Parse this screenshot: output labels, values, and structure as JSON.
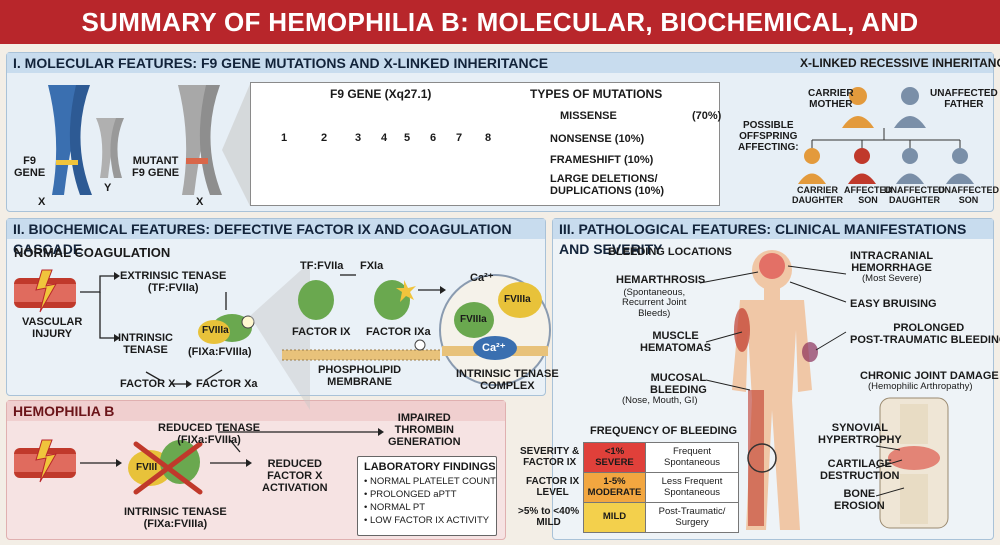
{
  "title": "SUMMARY OF HEMOPHILIA B: MOLECULAR, BIOCHEMICAL, AND PATHOLOGICAL FEATURES",
  "section1": {
    "heading": "I. MOLECULAR FEATURES: F9 GENE MUTATIONS AND X-LINKED INHERITANCE",
    "x_label": "X",
    "y_label": "Y",
    "x2_label": "X",
    "f9_gene": "F9\nGENE",
    "mutant_gene": "MUTANT\nF9 GENE",
    "gene_title": "F9 GENE (Xq27.1)",
    "exons": [
      "1",
      "2",
      "3",
      "4",
      "5",
      "6",
      "7",
      "8"
    ],
    "mutation_types_title": "TYPES OF MUTATIONS",
    "mutations": [
      {
        "label": "MISSENSE",
        "pct": "(70%)",
        "color": "#f0c43c"
      },
      {
        "label": "NONSENSE (10%)",
        "color": "#e07a4a"
      },
      {
        "label": "FRAMESHIFT (10%)",
        "color": "#f0a070"
      },
      {
        "label": "LARGE DELETIONS/\nDUPLICATIONS (10%)",
        "color": "#f3b5b0"
      }
    ],
    "inheritance_title": "X-LINKED RECESSIVE INHERITANCE",
    "carrier_mother": "CARRIER\nMOTHER",
    "unaffected_father": "UNAFFECTED\nFATHER",
    "offspring": "POSSIBLE\nOFFSPRING\nAFFECTING:",
    "children": [
      "CARRIER\nDAUGHTER",
      "AFFECTED\nSON",
      "UNAFFECTED\nDAUGHTER",
      "UNAFFECTED\nSON"
    ]
  },
  "section2": {
    "heading": "II. BIOCHEMICAL FEATURES: DEFECTIVE FACTOR IX AND COAGULATION CASCADE",
    "normal": "NORMAL COAGULATION",
    "vascular": "VASCULAR\nINJURY",
    "extrinsic": "EXTRINSIC TENASE\n(TF:FVIIa)",
    "intrinsic": "INTRINSIC\nTENASE",
    "fviiia": "FVIIIa",
    "complex_label": "(FIXa:FVIIIa)",
    "factor_x": "FACTOR X",
    "factor_xa": "FACTOR Xa",
    "tf_fviia": "TF:FVIIa",
    "fxia": "FXIa",
    "factor_ix": "FACTOR IX",
    "factor_ixa": "FACTOR IXa",
    "membrane": "PHOSPHOLIPID\nMEMBRANE",
    "ca": "Ca²⁺",
    "fviiia_big": "FVIIIa",
    "fviiia_big2": "FVIIIa",
    "ca2": "Ca²⁺",
    "complex": "INTRINSIC TENASE\nCOMPLEX"
  },
  "section3": {
    "heading": "HEMOPHILIA B",
    "reduced_tenase": "REDUCED TENASE\n(FIXa:FVIIIa)",
    "impaired": "IMPAIRED\nTHROMBIN\nGENERATION",
    "reduced_x": "REDUCED\nFACTOR X\nACTIVATION",
    "fviii": "FVIII",
    "intrinsic": "INTRINSIC TENASE\n(FIXa:FVIIIa)",
    "lab_title": "LABORATORY FINDINGS",
    "labs": [
      "• NORMAL PLATELET COUNT",
      "• PROLONGED aPTT",
      "• NORMAL PT",
      "• LOW FACTOR IX ACTIVITY"
    ]
  },
  "section4": {
    "heading": "III. PATHOLOGICAL FEATURES: CLINICAL MANIFESTATIONS AND SEVERITY",
    "bleeding_locations": "BLEEDING LOCATIONS",
    "hemarthrosis": "HEMARTHROSIS",
    "hemarthrosis_sub": "(Spontaneous,\nRecurrent Joint\nBleeds)",
    "muscle": "MUSCLE\nHEMATOMAS",
    "mucosal": "MUCOSAL\nBLEEDING",
    "mucosal_sub": "(Nose, Mouth, GI)",
    "ich": "INTRACRANIAL\nHEMORRHAGE",
    "ich_sub": "(Most Severe)",
    "bruising": "EASY BRUISING",
    "prolonged": "PROLONGED\nPOST-TRAUMATIC BLEEDING",
    "joint_damage": "CHRONIC JOINT DAMAGE",
    "joint_damage_sub": "(Hemophilic Arthropathy)",
    "synovial": "SYNOVIAL\nHYPERTROPHY",
    "cartilage": "CARTILAGE\nDESTRUCTION",
    "bone": "BONE\nEROSION",
    "freq_title": "FREQUENCY OF BLEEDING",
    "sev_label1": "SEVERITY &\nFACTOR IX",
    "sev_label2": "FACTOR IX\nLEVEL",
    "sev_label3": ">5% to <40%\nMILD",
    "rows": [
      {
        "level": "<1%\nSEVERE",
        "freq": "Frequent\nSpontaneous",
        "color": "#e0403a"
      },
      {
        "level": "1-5%\nMODERATE",
        "freq": "Less Frequent\nSpontaneous",
        "color": "#f2a640"
      },
      {
        "level": "MILD",
        "freq": "Post-Traumatic/\nSurgery",
        "color": "#f3d04c"
      }
    ]
  },
  "colors": {
    "title_red": "#b8262b",
    "chromosome_blue": "#3a6fb0",
    "exon": "#d9674a",
    "protein_green": "#6aa84f",
    "fviii_yellow": "#e8c23a"
  }
}
